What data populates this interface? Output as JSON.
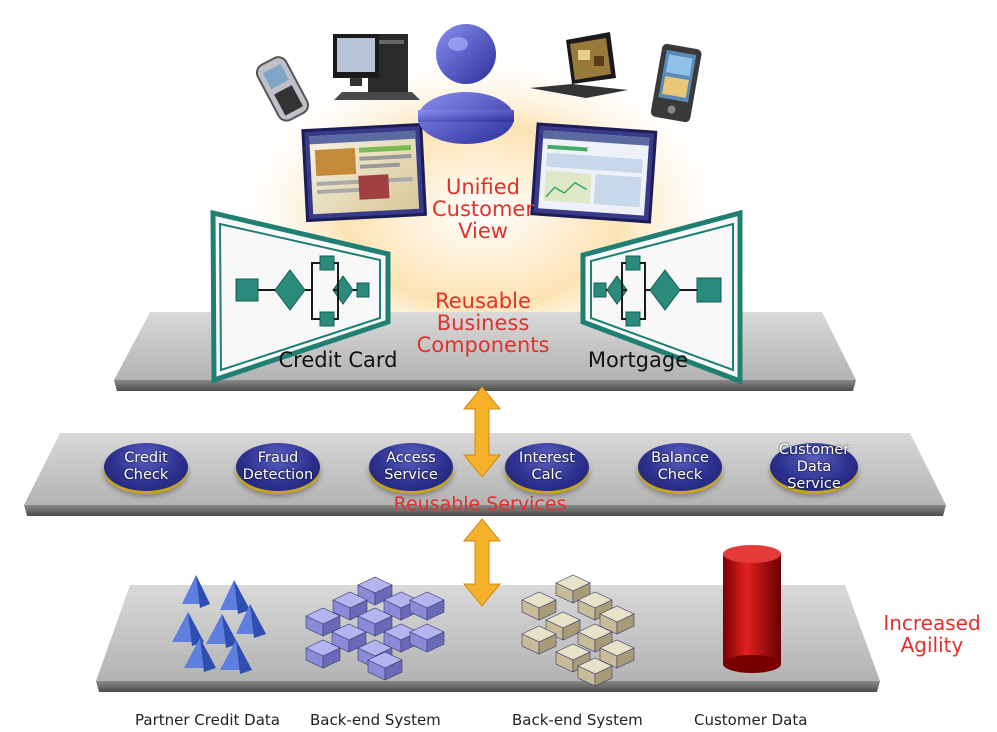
{
  "labels": {
    "unified": "Unified\nCustomer\nView",
    "reusable_components": "Reusable\nBusiness\nComponents",
    "credit_card": "Credit Card",
    "mortgage": "Mortgage",
    "reusable_services": "Reusable Services",
    "increased_agility": "Increased\nAgility"
  },
  "services": [
    {
      "label": "Credit\nCheck"
    },
    {
      "label": "Fraud\nDetection"
    },
    {
      "label": "Access\nService"
    },
    {
      "label": "Interest\nCalc"
    },
    {
      "label": "Balance\nCheck"
    },
    {
      "label": "Customer\nData Service"
    }
  ],
  "sources": [
    {
      "label": "Partner Credit Data"
    },
    {
      "label": "Back-end System"
    },
    {
      "label": "Back-end System"
    },
    {
      "label": "Customer Data"
    }
  ],
  "colors": {
    "accent_red": "#e0312b",
    "arrow": "#f5b12a",
    "teal": "#1e7f72",
    "service_blue": "#2e3290"
  }
}
